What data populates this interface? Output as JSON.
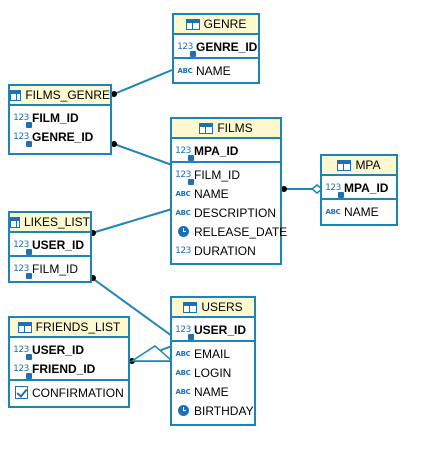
{
  "tables": {
    "genre": {
      "title": "GENRE",
      "icon": "table-icon",
      "pk": [
        {
          "name": "GENRE_ID",
          "icon": "numeric-key-icon"
        }
      ],
      "cols": [
        {
          "name": "NAME",
          "icon": "text-icon"
        }
      ]
    },
    "films_genre": {
      "title": "FILMS_GENRE",
      "icon": "table-icon",
      "pk": [
        {
          "name": "FILM_ID",
          "icon": "numeric-key-icon"
        },
        {
          "name": "GENRE_ID",
          "icon": "numeric-key-icon"
        }
      ],
      "cols": []
    },
    "films": {
      "title": "FILMS",
      "icon": "table-icon",
      "pk": [
        {
          "name": "MPA_ID",
          "icon": "numeric-key-icon"
        }
      ],
      "cols": [
        {
          "name": "FILM_ID",
          "icon": "numeric-key-icon"
        },
        {
          "name": "NAME",
          "icon": "text-icon"
        },
        {
          "name": "DESCRIPTION",
          "icon": "text-icon"
        },
        {
          "name": "RELEASE_DATE",
          "icon": "clock-icon"
        },
        {
          "name": "DURATION",
          "icon": "numeric-icon"
        }
      ]
    },
    "mpa": {
      "title": "MPA",
      "icon": "table-icon",
      "pk": [
        {
          "name": "MPA_ID",
          "icon": "numeric-key-icon"
        }
      ],
      "cols": [
        {
          "name": "NAME",
          "icon": "text-icon"
        }
      ]
    },
    "likes_list": {
      "title": "LIKES_LIST",
      "icon": "table-icon",
      "pk": [
        {
          "name": "USER_ID",
          "icon": "numeric-key-icon"
        }
      ],
      "cols": [
        {
          "name": "FILM_ID",
          "icon": "numeric-key-icon"
        }
      ]
    },
    "users": {
      "title": "USERS",
      "icon": "table-icon",
      "pk": [
        {
          "name": "USER_ID",
          "icon": "numeric-key-icon"
        }
      ],
      "cols": [
        {
          "name": "EMAIL",
          "icon": "text-icon"
        },
        {
          "name": "LOGIN",
          "icon": "text-icon"
        },
        {
          "name": "NAME",
          "icon": "text-icon"
        },
        {
          "name": "BIRTHDAY",
          "icon": "clock-icon"
        }
      ]
    },
    "friends_list": {
      "title": "FRIENDS_LIST",
      "icon": "table-icon",
      "pk": [
        {
          "name": "USER_ID",
          "icon": "numeric-key-icon"
        },
        {
          "name": "FRIEND_ID",
          "icon": "numeric-key-icon"
        }
      ],
      "cols": [
        {
          "name": "CONFIRMATION",
          "icon": "checkbox-icon"
        }
      ]
    }
  },
  "colors": {
    "border": "#1b85b8",
    "header_bg": "#fdf8d0",
    "icon": "#1f6fb3",
    "line": "#1b85b8"
  }
}
